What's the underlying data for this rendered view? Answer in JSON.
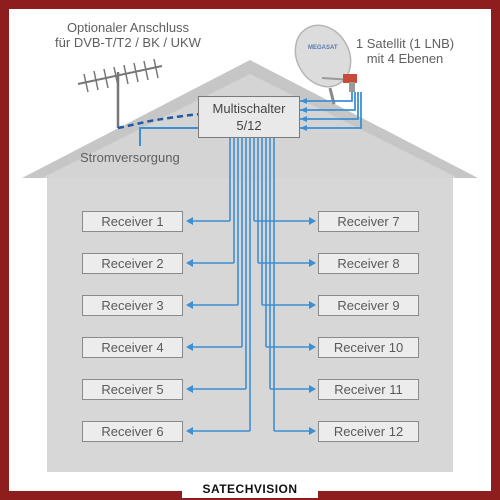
{
  "antenna_label": {
    "line1": "Optionaler Anschluss",
    "line2": "für DVB-T/T2 / BK / UKW"
  },
  "satellite_label": {
    "line1": "1 Satellit (1 LNB)",
    "line2": "mit 4 Ebenen"
  },
  "dish_brand": "MEGASAT",
  "multiswitch": {
    "line1": "Multischalter",
    "line2": "5/12"
  },
  "power_supply_label": "Stromversorgung",
  "receivers": [
    "Receiver 1",
    "Receiver 2",
    "Receiver 3",
    "Receiver 4",
    "Receiver 5",
    "Receiver 6",
    "Receiver 7",
    "Receiver 8",
    "Receiver 9",
    "Receiver 10",
    "Receiver 11",
    "Receiver 12"
  ],
  "brand": "SATECHVISION",
  "colors": {
    "frame": "#8e1d1d",
    "house_wall": "#d7d7d7",
    "roof": "#c4c4c4",
    "cable": "#3d8fd4"
  }
}
